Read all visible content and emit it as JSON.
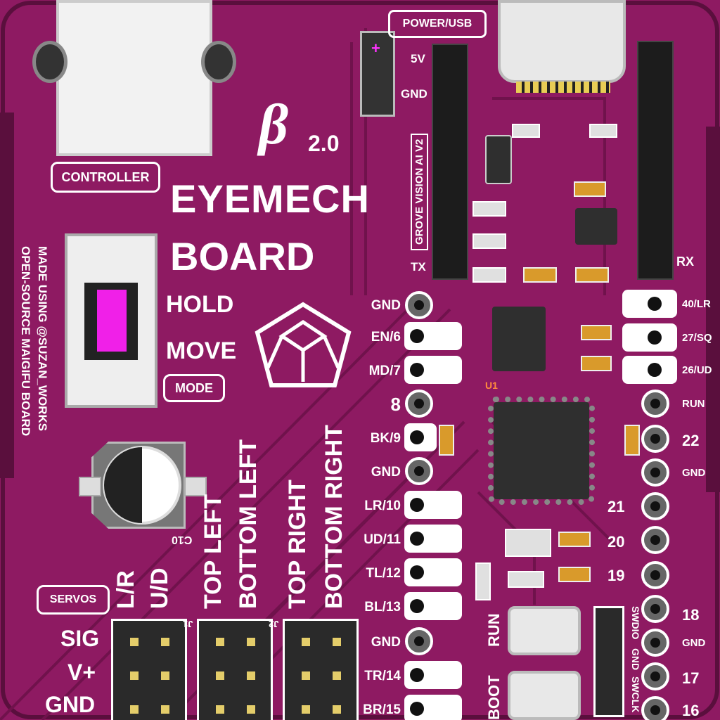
{
  "board": {
    "version_symbol": "β",
    "version_number": "2.0",
    "title_line1": "EYEMECH",
    "title_line2": "BOARD",
    "credit_line1": "MADE USING @SUZAN_WORKS",
    "credit_line2": "OPEN-SOURCE MAIGIFU BOARD"
  },
  "labels": {
    "controller": "CONTROLLER",
    "power_usb": "POWER/USB",
    "grove": "GROVE VISION AI V2",
    "mode": "MODE",
    "hold": "HOLD",
    "move": "MOVE",
    "servos": "SERVOS",
    "cap_ref": "C10",
    "u1": "U1",
    "tx": "TX",
    "rx": "RX",
    "v5": "5V",
    "gnd_top": "GND",
    "run_btn": "RUN",
    "boot_btn": "BOOT",
    "swdio": "SWDIO",
    "gnd_swd": "GND",
    "swclk": "SWCLK",
    "j1": "J1",
    "j2": "J2"
  },
  "servo_columns": [
    "L/R",
    "U/D",
    "TOP LEFT",
    "BOTTOM LEFT",
    "TOP RIGHT",
    "BOTTOM RIGHT"
  ],
  "servo_rows": [
    "SIG",
    "V+",
    "GND"
  ],
  "left_pins": [
    "GND",
    "EN/6",
    "MD/7",
    "8",
    "BK/9",
    "GND",
    "LR/10",
    "UD/11",
    "TL/12",
    "BL/13",
    "GND",
    "TR/14",
    "BR/15"
  ],
  "right_pins": [
    "40/LR",
    "27/SQ",
    "26/UD",
    "RUN",
    "22",
    "GND",
    "21",
    "20",
    "19",
    "18",
    "GND",
    "17",
    "16"
  ],
  "colors": {
    "board": "#8e1a62",
    "silkscreen": "#ffffff",
    "accent": "#ff33ff"
  },
  "icons": {
    "logo": "cube-logo-icon"
  }
}
